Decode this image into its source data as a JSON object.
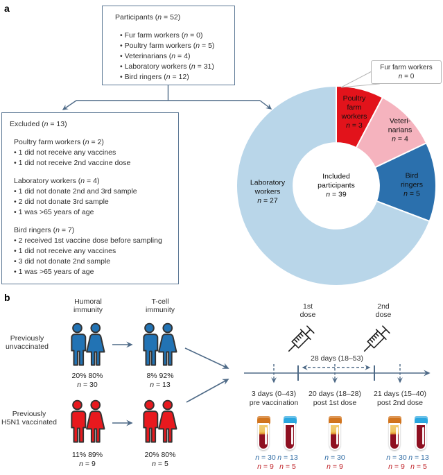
{
  "panel_a": {
    "label": "a",
    "participants_box": {
      "title": "Participants (n = 52)",
      "items": [
        "Fur farm workers (n = 0)",
        "Poultry farm workers (n = 5)",
        "Veterinarians (n = 4)",
        "Laboratory workers (n = 31)",
        "Bird ringers (n = 12)"
      ]
    },
    "excluded_box": {
      "title": "Excluded (n = 13)",
      "groups": [
        {
          "header": "Poultry farm workers (n = 2)",
          "items": [
            "1 did not receive any vaccines",
            "1 did not receive 2nd vaccine dose"
          ]
        },
        {
          "header": "Laboratory workers (n = 4)",
          "items": [
            "1 did not donate 2nd and 3rd sample",
            "2 did not donate 3rd sample",
            "1 was >65 years of age"
          ]
        },
        {
          "header": "Bird ringers (n = 7)",
          "items": [
            "2 received 1st vaccine dose before sampling",
            "1 did not receive any vaccines",
            "3 did not donate 2nd sample",
            "1 was >65 years of age"
          ]
        }
      ]
    },
    "callout": {
      "line1": "Fur farm workers",
      "line2": "n = 0"
    }
  },
  "chart_data": {
    "type": "pie",
    "title": "Included participants",
    "total": 39,
    "donut_hole_ratio": 0.43,
    "start_angle_deg": 0,
    "direction": "clockwise-from-top",
    "center_lines": [
      "Included",
      "participants",
      "n = 39"
    ],
    "slices": [
      {
        "label": "Poultry farm workers",
        "value": 3,
        "color": "#e2131b",
        "lines": [
          "Poultry",
          "farm",
          "workers",
          "n = 3"
        ]
      },
      {
        "label": "Veterinarians",
        "value": 4,
        "color": "#f5b3be",
        "lines": [
          "Veteri-",
          "narians",
          "n = 4"
        ]
      },
      {
        "label": "Bird ringers",
        "value": 5,
        "color": "#2b70ad",
        "lines": [
          "Bird",
          "ringers",
          "n = 5"
        ]
      },
      {
        "label": "Laboratory workers",
        "value": 27,
        "color": "#b9d6e9",
        "lines": [
          "Laboratory",
          "workers",
          "n = 27"
        ]
      },
      {
        "label": "Fur farm workers",
        "value": 0,
        "color": "#ffffff",
        "lines": []
      }
    ]
  },
  "panel_b": {
    "label": "b",
    "col_headers": [
      {
        "l1": "Humoral",
        "l2": "immunity"
      },
      {
        "l1": "T-cell",
        "l2": "immunity"
      }
    ],
    "rows": [
      {
        "label_l1": "Previously",
        "label_l2": "unvaccinated",
        "color": "#2273b4",
        "humoral": {
          "pct": "20% 80%",
          "n": "n = 30"
        },
        "tcell": {
          "pct": "8% 92%",
          "n": "n = 13"
        }
      },
      {
        "label_l1": "Previously",
        "label_l2": "H5N1 vaccinated",
        "color": "#e8191e",
        "humoral": {
          "pct": "11% 89%",
          "n": "n = 9"
        },
        "tcell": {
          "pct": "20% 80%",
          "n": "n = 5"
        }
      }
    ],
    "timeline": {
      "dose1": {
        "l1": "1st",
        "l2": "dose"
      },
      "dose2": {
        "l1": "2nd",
        "l2": "dose"
      },
      "interval": "28 days (18–53)",
      "points": [
        {
          "l1": "3 days (0–43)",
          "l2": "pre vaccination"
        },
        {
          "l1": "20 days (18–28)",
          "l2": "post 1st dose"
        },
        {
          "l1": "21 days (15–40)",
          "l2": "post 2nd dose"
        }
      ],
      "samples": [
        {
          "blue": [
            "n = 30",
            "n = 13"
          ],
          "red": [
            "n = 9",
            "n = 5"
          ]
        },
        {
          "blue": [
            "n = 30"
          ],
          "red": [
            "n = 9"
          ]
        },
        {
          "blue": [
            "n = 30",
            "n = 13"
          ],
          "red": [
            "n = 9",
            "n = 5"
          ]
        }
      ]
    }
  },
  "colors": {
    "flow_line": "#4e6a87",
    "box_border": "#5b7794",
    "n_blue": "#2d6aa3",
    "n_red": "#bf2026",
    "person_blue": "#2273b4",
    "person_red": "#e8191e",
    "serum_cap": "#d2751e",
    "blood_cap": "#2aa7e0",
    "blood": "#8e1021"
  }
}
